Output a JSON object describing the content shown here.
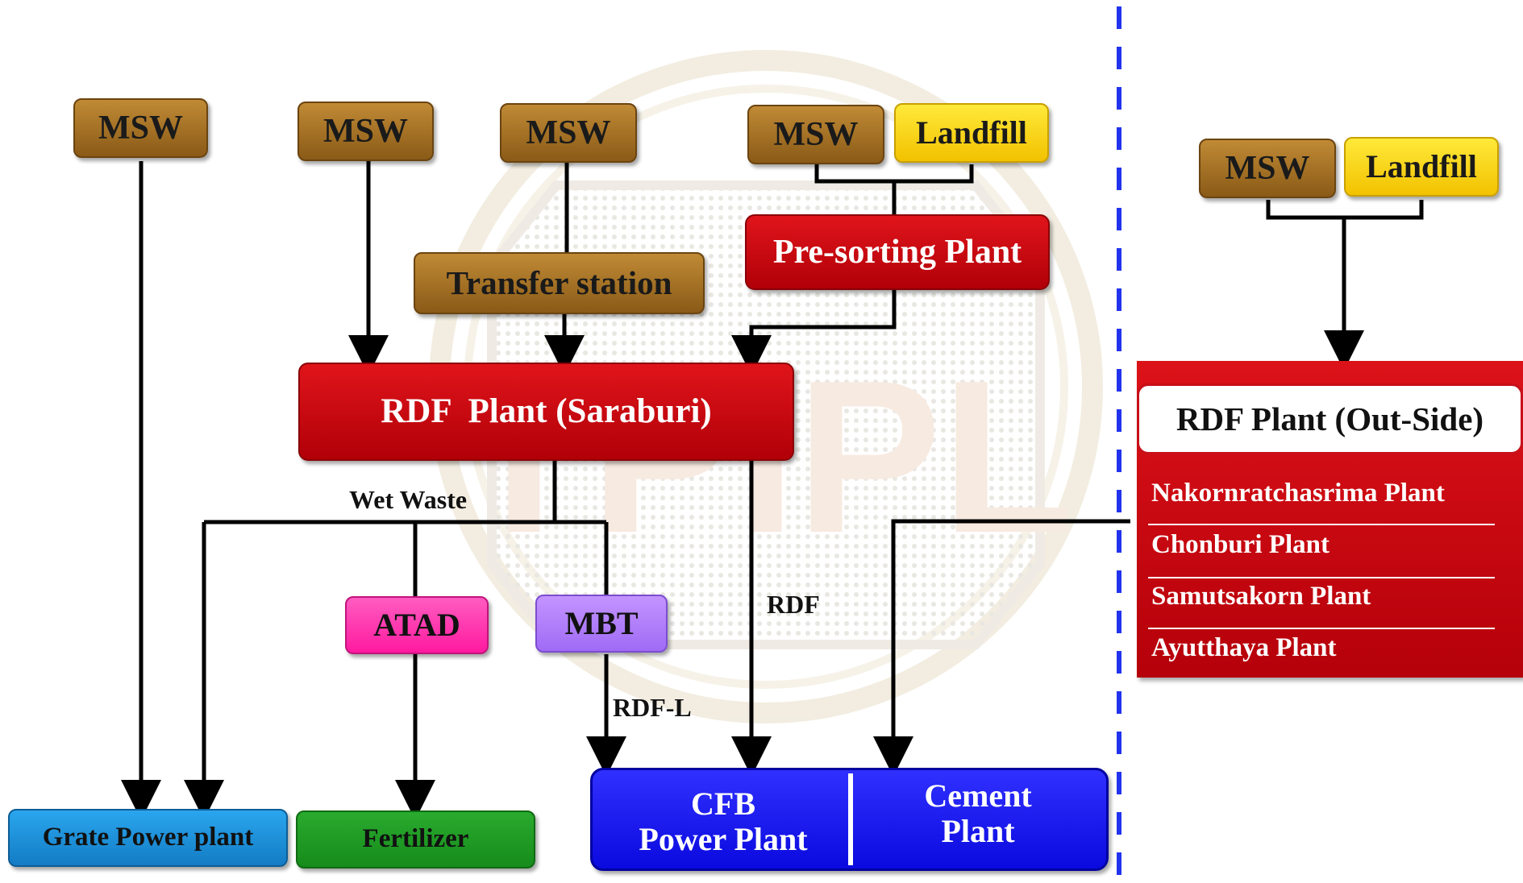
{
  "sources": {
    "msw_1": "MSW",
    "msw_2": "MSW",
    "msw_3": "MSW",
    "msw_4": "MSW",
    "landfill_1": "Landfill",
    "msw_5": "MSW",
    "landfill_2": "Landfill"
  },
  "nodes": {
    "transfer_station": "Transfer station",
    "presorting_plant": "Pre-sorting Plant",
    "rdf_plant_saraburi": "RDF  Plant (Saraburi)",
    "atad": "ATAD",
    "mbt": "MBT",
    "rdf_plant_outside": "RDF Plant (Out-Side)"
  },
  "outside_plants": [
    "Nakornratchasrima Plant",
    "Chonburi Plant",
    "Samutsakorn Plant",
    "Ayutthaya Plant"
  ],
  "edge_labels": {
    "wet_waste": "Wet Waste",
    "rdf": "RDF",
    "rdf_l": "RDF-L"
  },
  "destinations": {
    "grate_power_plant": "Grate Power plant",
    "fertilizer": "Fertilizer",
    "cfb_line1": "CFB",
    "cfb_line2": "Power Plant",
    "cement_line1": "Cement",
    "cement_line2": "Plant"
  },
  "watermark": "TPIPL",
  "colors": {
    "msw": "#a06d22",
    "landfill": "#ffd21a",
    "red_plant": "#cc0a12",
    "atad": "#ff3fb0",
    "mbt": "#b07cff",
    "grate": "#1b8fd6",
    "fertilizer": "#1f9a25",
    "destination": "#1a1aee",
    "divider": "#2233ee"
  }
}
